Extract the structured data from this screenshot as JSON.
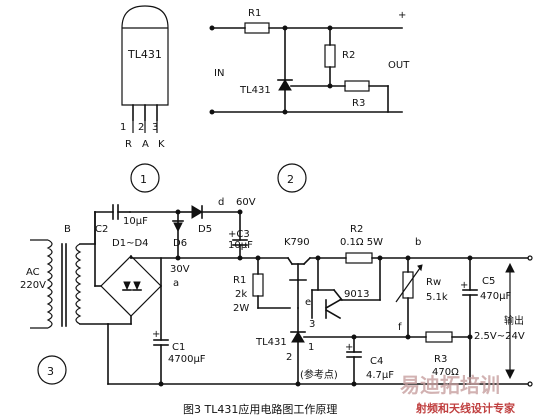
{
  "fig1": {
    "chip_label": "TL431",
    "pin_numbers": [
      "1",
      "2",
      "3"
    ],
    "pin_letters": [
      "R",
      "A",
      "K"
    ],
    "circle_number": "1"
  },
  "fig2": {
    "r1": "R1",
    "r2": "R2",
    "r3": "R3",
    "plus": "+",
    "in": "IN",
    "out": "OUT",
    "tl431": "TL431",
    "circle_number": "2"
  },
  "fig3": {
    "transformer": "B",
    "ac_line1": "AC",
    "ac_line2": "220V",
    "c2": "C2",
    "c2_value": "10μF",
    "bridge": "D1~D4",
    "d6": "D6",
    "d5": "D5",
    "node_d": "d",
    "v60": "60V",
    "c3": "+C3",
    "c3_value": "10μF",
    "v30": "30V",
    "node_a": "a",
    "k790": "K790",
    "r2": "R2",
    "r2_value": "0.1Ω 5W",
    "node_b": "b",
    "r1": "R1",
    "r1_value1": "2k",
    "r1_value2": "2W",
    "node_e": "e",
    "q9013": "9013",
    "rw": "Rw",
    "rw_value": "5.1k",
    "c5": "C5",
    "c5_value": "470μF",
    "node_3": "3",
    "node_f": "f",
    "output": "输出",
    "output_range": "2.5V~24V",
    "c1": "C1",
    "c1_value": "4700μF",
    "tl431": "TL431",
    "node_2": "2",
    "node_1": "1",
    "c4": "C4",
    "c4_value": "4.7μF",
    "r3": "R3",
    "r3_value": "470Ω",
    "ref_point": "(参考点)",
    "circle_number": "3"
  },
  "caption": "图3 TL431应用电路图工作原理",
  "watermark": {
    "brand": "易迪拓培训",
    "slogan": "射频和天线设计专家"
  }
}
